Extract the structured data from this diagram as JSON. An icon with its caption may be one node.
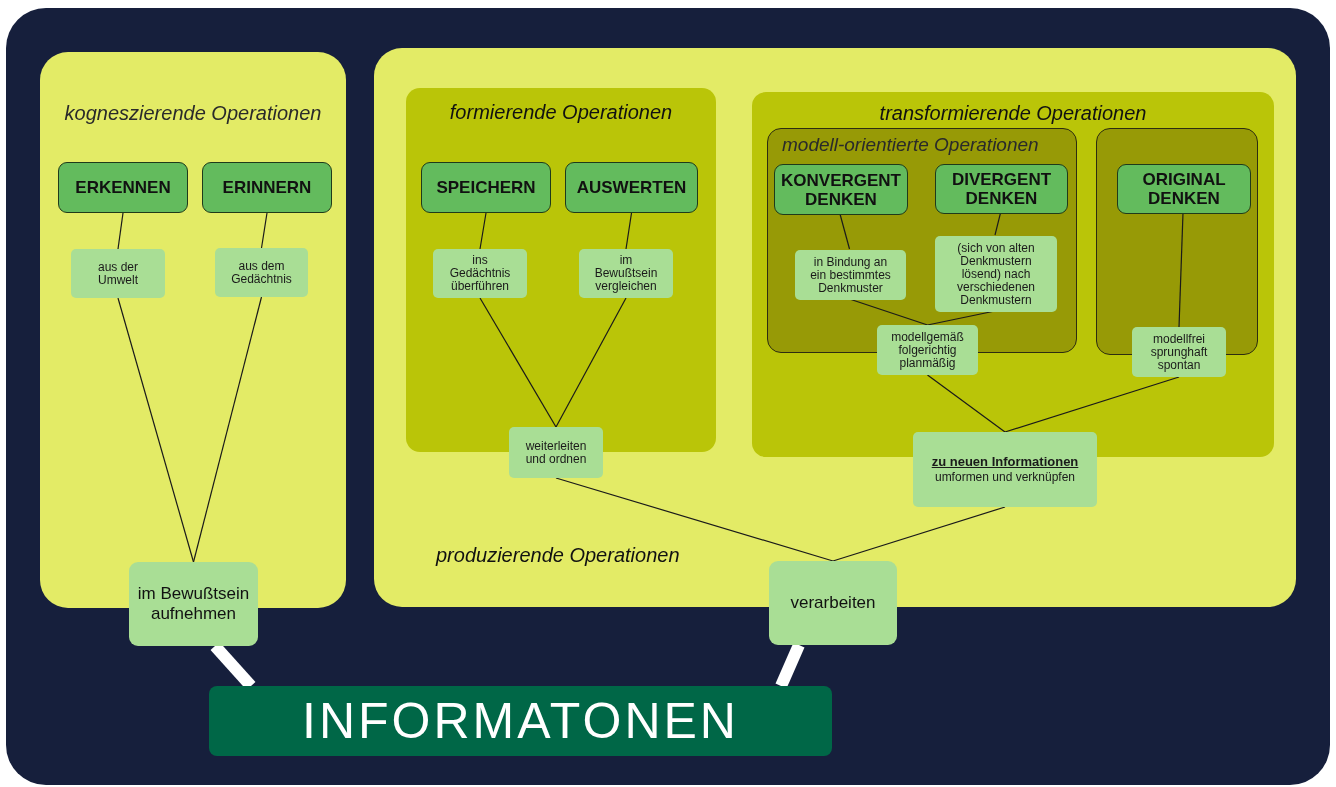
{
  "diagram": {
    "nodes": [
      {
        "text": [
          "kogneszierende Operationen"
        ]
      },
      {
        "text": [
          "produzierende Operationen"
        ]
      },
      {
        "text": [
          "formierende Operationen"
        ],
        "in": 1
      },
      {
        "text": [
          "transformierende Operationen"
        ],
        "in": 1
      },
      {
        "text": [
          "modell-orientierte Operationen"
        ],
        "in": 3
      },
      {
        "text": [],
        "shape": "box",
        "in": 3
      },
      {
        "text": [
          "ERKENNEN"
        ],
        "in": 0
      },
      {
        "text": [
          "ERINNERN"
        ],
        "in": 0
      },
      {
        "text": [
          "aus der Umwelt"
        ],
        "in": 0
      },
      {
        "text": [
          "aus dem Gedächtnis"
        ],
        "in": 0
      },
      {
        "text": [
          "im Bewußtsein aufnehmen"
        ]
      },
      {
        "text": [
          "SPEICHERN"
        ],
        "in": 2
      },
      {
        "text": [
          "AUSWERTEN"
        ],
        "in": 2
      },
      {
        "text": [
          "ins Gedächtnis überführen"
        ],
        "in": 2
      },
      {
        "text": [
          "im Bewußtsein vergleichen"
        ],
        "in": 2
      },
      {
        "text": [
          "weiterleiten und ordnen"
        ],
        "in": 1
      },
      {
        "text": [
          "KONVERGENT DENKEN"
        ],
        "in": 4
      },
      {
        "text": [
          "DIVERGENT DENKEN"
        ],
        "in": 4
      },
      {
        "text": [
          "in Bindung an ein bestimmtes Denkmuster"
        ],
        "in": 4
      },
      {
        "text": [
          "(sich von alten Denkmustern lösend) nach verschiedenen Denkmustern"
        ],
        "in": 4
      },
      {
        "text": [
          "modellgemäß folgerichtig planmäßig"
        ],
        "in": 3
      },
      {
        "text": [
          "ORIGINAL DENKEN"
        ],
        "in": 5
      },
      {
        "text": [
          "modellfrei sprunghaft spontan"
        ],
        "in": 3
      },
      {
        "text": [
          "zu neuen Informationen",
          "umformen und verknüpfen"
        ],
        "in": 1
      },
      {
        "text": [
          "verarbeiten"
        ]
      },
      {
        "text": [
          "INFORMATONEN"
        ]
      }
    ],
    "edges": [
      {
        "from": 6,
        "to": 8,
        "arrow": "none"
      },
      {
        "from": 7,
        "to": 9,
        "arrow": "none"
      },
      {
        "from": 8,
        "to": 10,
        "arrow": "none"
      },
      {
        "from": 9,
        "to": 10,
        "arrow": "none"
      },
      {
        "from": 11,
        "to": 13,
        "arrow": "none"
      },
      {
        "from": 12,
        "to": 14,
        "arrow": "none"
      },
      {
        "from": 13,
        "to": 15,
        "arrow": "none"
      },
      {
        "from": 14,
        "to": 15,
        "arrow": "none"
      },
      {
        "from": 16,
        "to": 18,
        "arrow": "none"
      },
      {
        "from": 17,
        "to": 19,
        "arrow": "none"
      },
      {
        "from": 18,
        "to": 20,
        "arrow": "none"
      },
      {
        "from": 19,
        "to": 20,
        "arrow": "none"
      },
      {
        "from": 21,
        "to": 22,
        "arrow": "none"
      },
      {
        "from": 20,
        "to": 23,
        "arrow": "none"
      },
      {
        "from": 22,
        "to": 23,
        "arrow": "none"
      },
      {
        "from": 15,
        "to": 24,
        "arrow": "none"
      },
      {
        "from": 23,
        "to": 24,
        "arrow": "none"
      },
      {
        "from": 10,
        "to": 25,
        "arrow": "none",
        "style": "thick",
        "color": "#ffffff"
      },
      {
        "from": 24,
        "to": 25,
        "arrow": "none",
        "style": "thick",
        "color": "#ffffff"
      }
    ]
  }
}
